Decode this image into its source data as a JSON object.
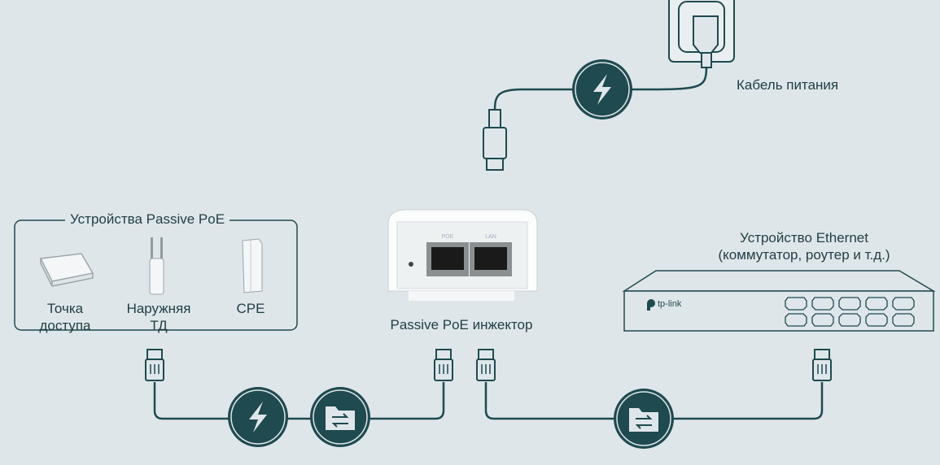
{
  "power_cable_label": "Кабель питания",
  "group": {
    "title": "Устройства Passive PoE",
    "devices": [
      {
        "line1": "Точка",
        "line2": "доступа"
      },
      {
        "line1": "Наружняя",
        "line2": "ТД"
      },
      {
        "line1": "CPE",
        "line2": ""
      }
    ]
  },
  "injector": {
    "label": "Passive PoE инжектор",
    "port1": "POE",
    "port2": "LAN"
  },
  "ethernet_device": {
    "line1": "Устройство Ethernet",
    "line2": "(коммутатор, роутер и т.д.)",
    "brand": "tp-link"
  },
  "icons": [
    "power-outlet-icon",
    "lightning-icon",
    "data-transfer-folder-icon",
    "rj45-connector-icon"
  ],
  "colors": {
    "background": "#dfe6ea",
    "ink": "#1f4a4f"
  }
}
